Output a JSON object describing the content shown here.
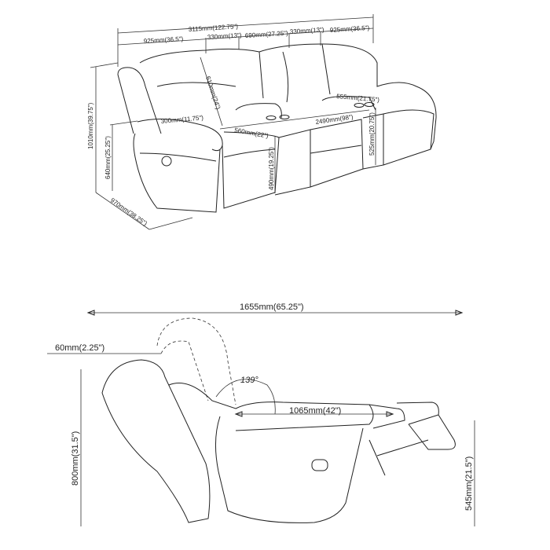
{
  "top_view": {
    "overall_width": "3115mm(122.75\")",
    "seat_left": "925mm(36.5\")",
    "console_left": "330mm(13\")",
    "middle_seat": "690mm(27.25\")",
    "console_right": "330mm(13\")",
    "seat_right": "925mm(36.5\")",
    "back_height": "610mm(24\")",
    "arm_width": "300mm(11.75\")",
    "seat_depth": "560mm(22\")",
    "seat_width_total": "2490mm(98\")",
    "console_depth": "555mm(21.75\")",
    "overall_height": "1010mm(39.75\")",
    "arm_height": "640mm(25.25\")",
    "seat_height": "490mm(19.25\")",
    "console_height": "525mm(20.75\")",
    "overall_depth": "970mm(38.25\")"
  },
  "side_view": {
    "reclined_length": "1655mm(65.25\")",
    "wall_clearance": "60mm(2.25\")",
    "recline_angle": "139°",
    "seat_to_footrest": "1065mm(42\")",
    "height": "800mm(31.5\")",
    "footrest_height": "545mm(21.5\")"
  }
}
